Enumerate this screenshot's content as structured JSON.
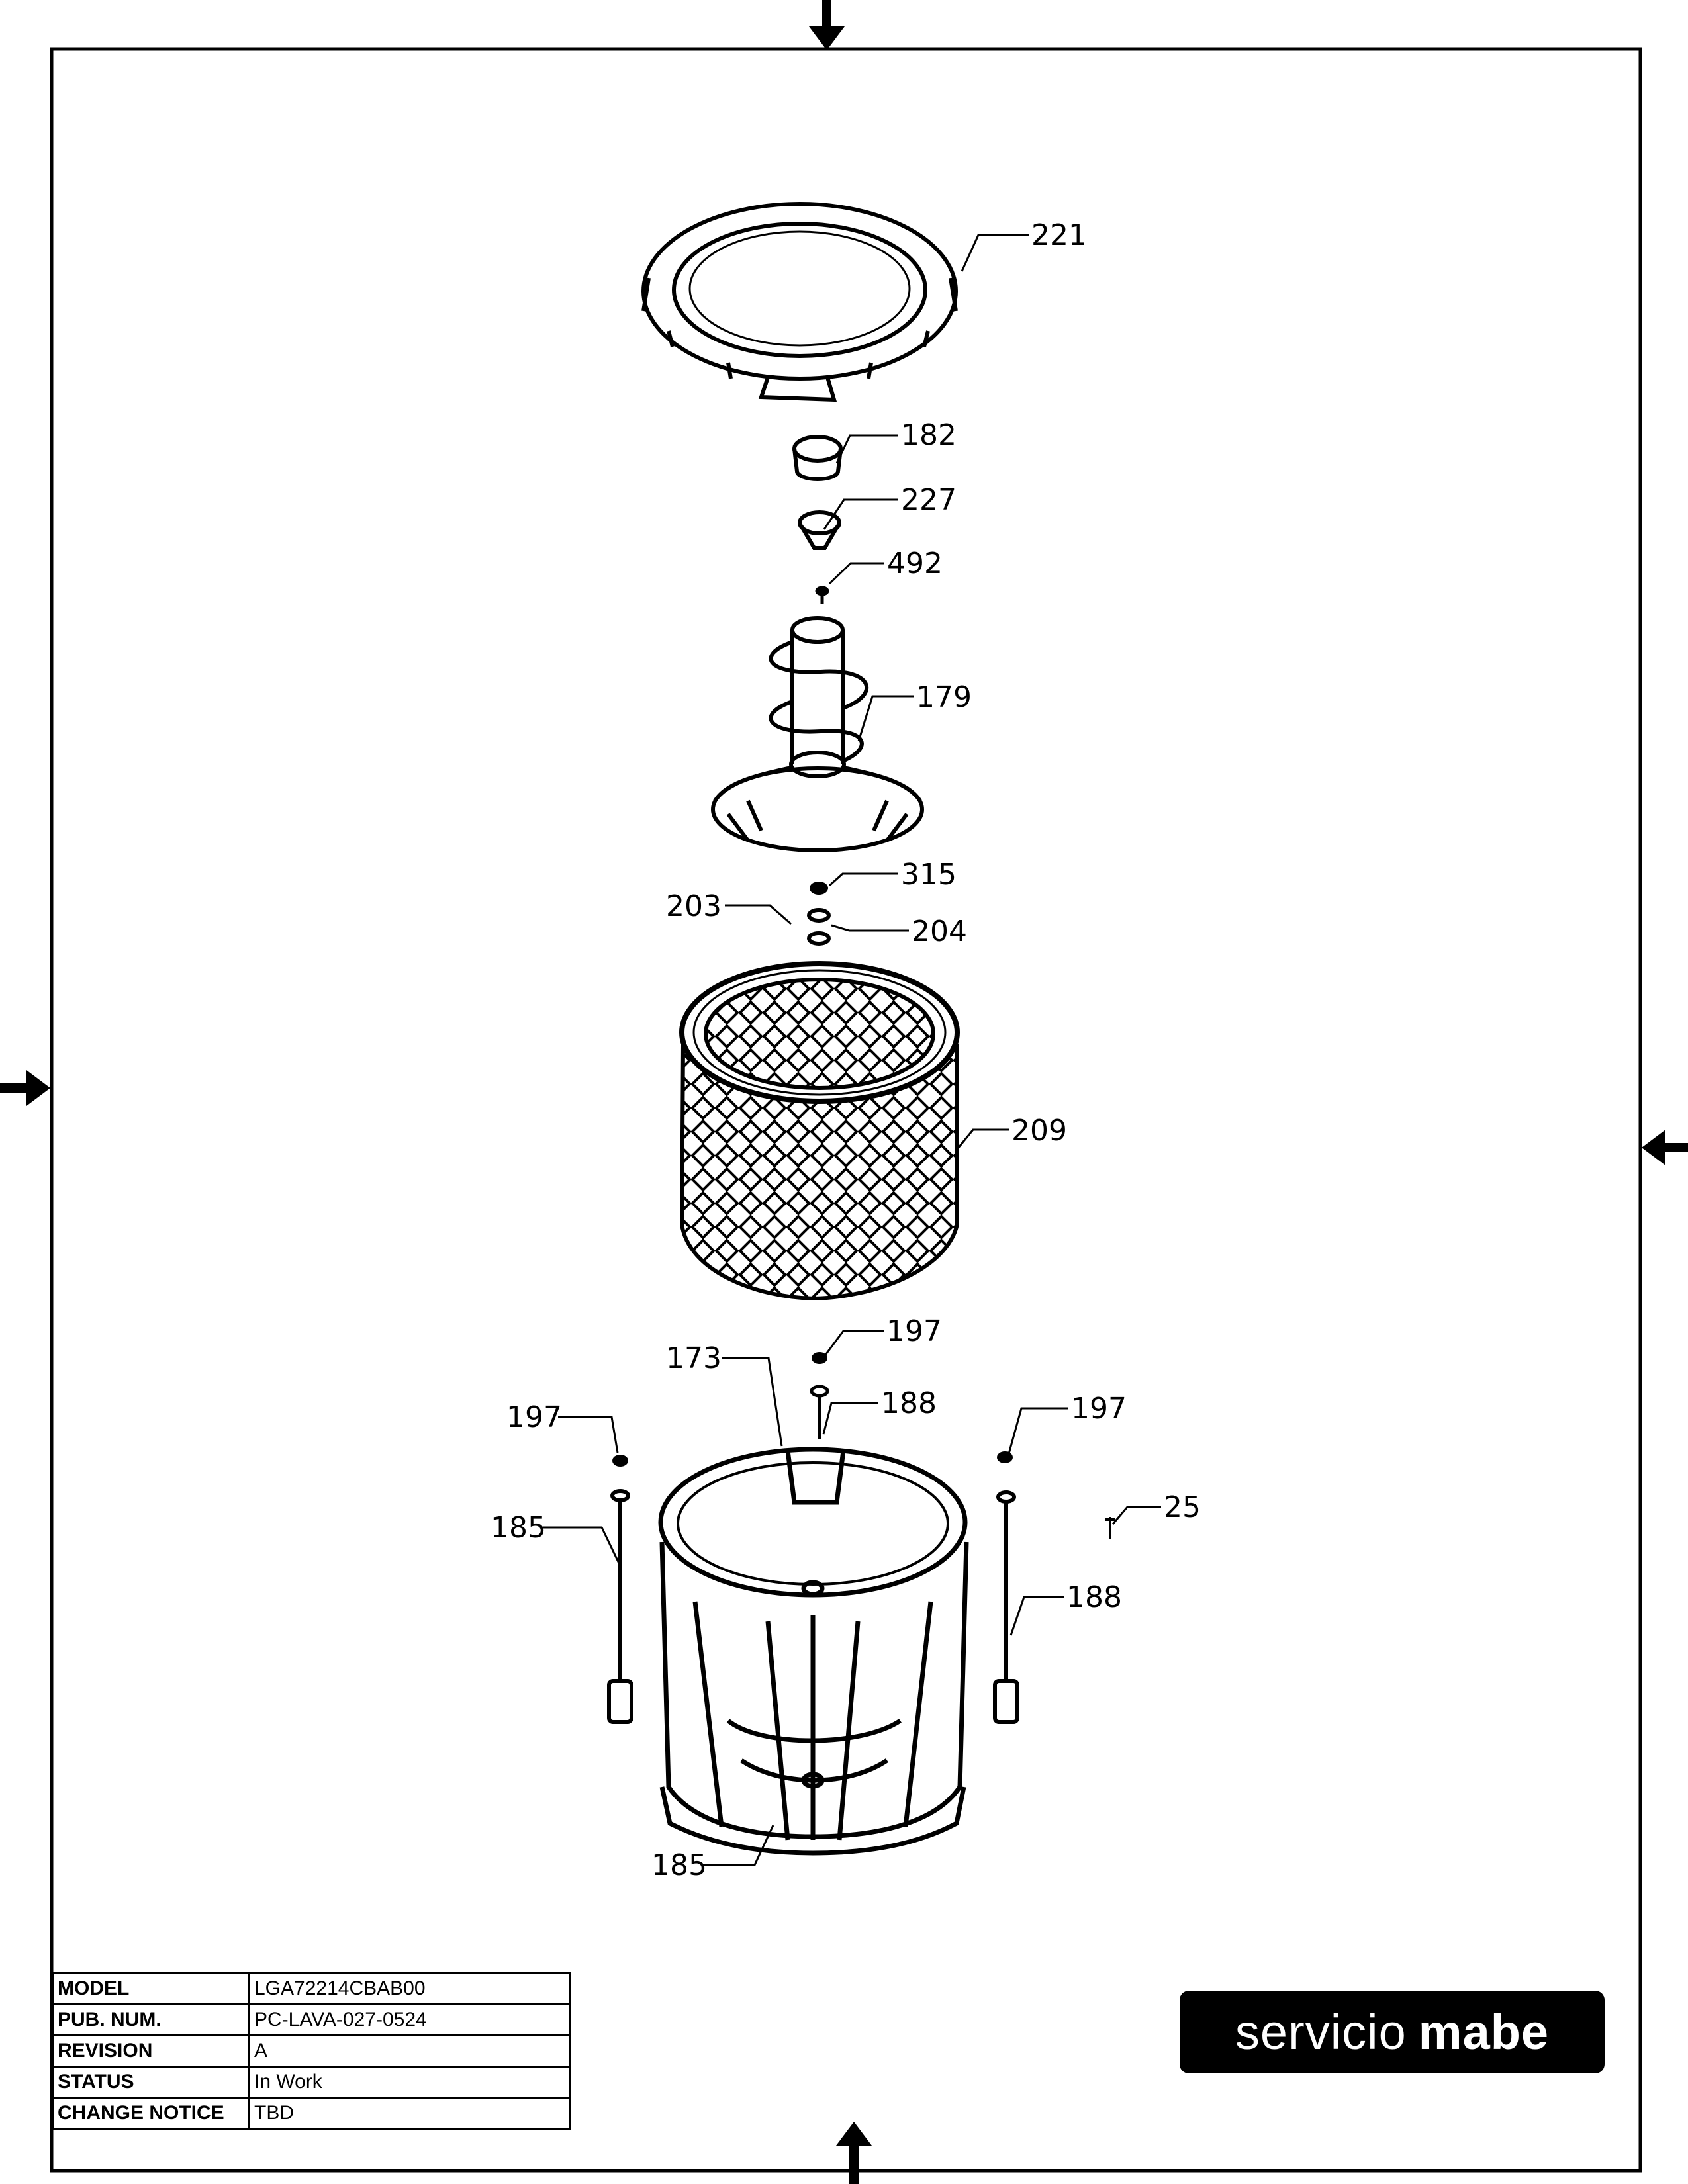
{
  "callouts": {
    "c221": "221",
    "c182": "182",
    "c227": "227",
    "c492": "492",
    "c179": "179",
    "c315": "315",
    "c203": "203",
    "c204": "204",
    "c209": "209",
    "c197a": "197",
    "c173": "173",
    "c188a": "188",
    "c197b": "197",
    "c197c": "197",
    "c25": "25",
    "c185a": "185",
    "c188b": "188",
    "c185b": "185"
  },
  "titleblock": {
    "model_label": "MODEL",
    "model_value": "LGA72214CBAB00",
    "pub_label": "PUB. NUM.",
    "pub_value": "PC-LAVA-027-0524",
    "rev_label": "REVISION",
    "rev_value": "A",
    "status_label": "STATUS",
    "status_value": "In Work",
    "notice_label": "CHANGE NOTICE",
    "notice_value": "TBD"
  },
  "logo": {
    "word1": "servicio",
    "word2": "mabe"
  }
}
